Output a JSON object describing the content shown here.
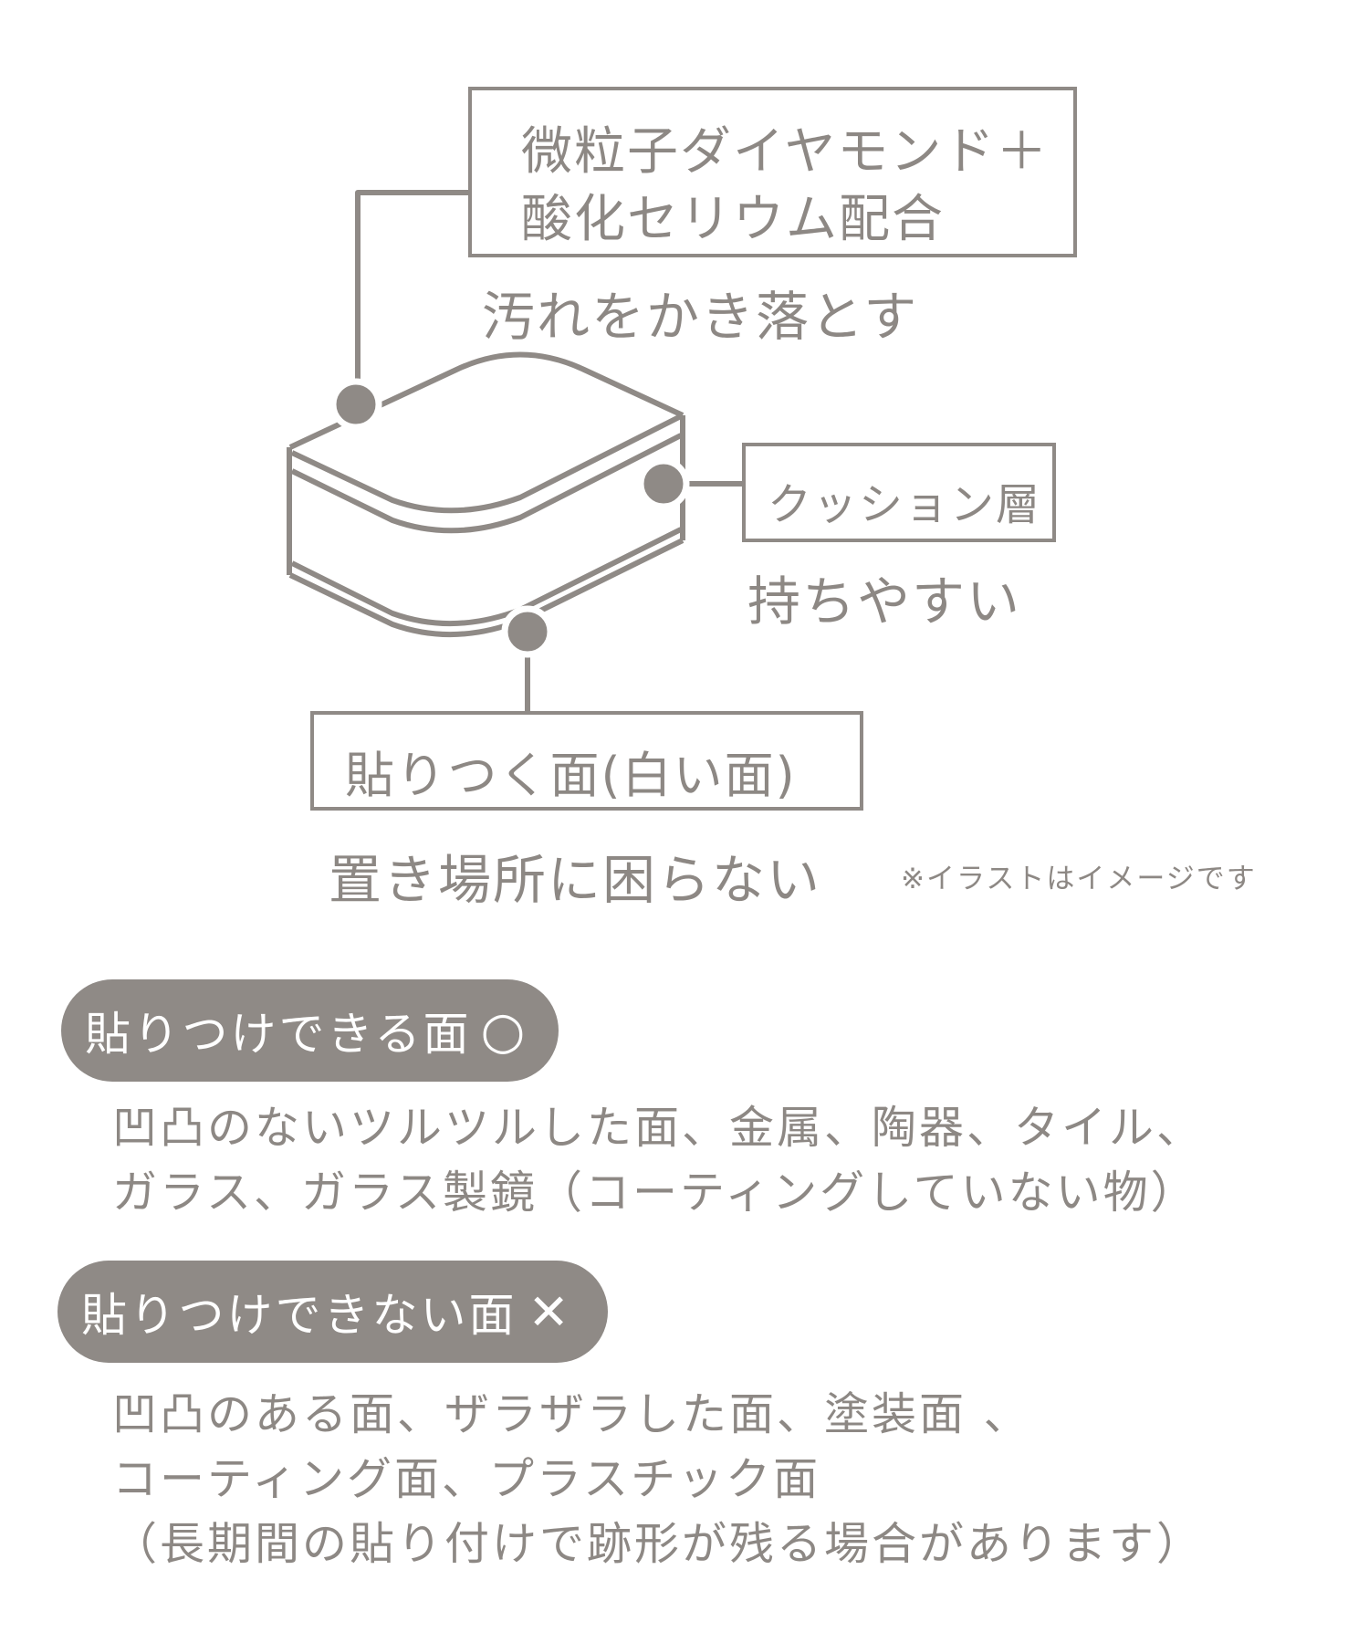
{
  "callouts": {
    "top": {
      "label_lines": [
        "微粒子ダイヤモンド＋",
        "酸化セリウム配合"
      ],
      "caption": "汚れをかき落とす"
    },
    "middle": {
      "label": "クッション層",
      "caption": "持ちやすい"
    },
    "bottom": {
      "label": "貼りつく面(白い面)",
      "caption": "置き場所に困らない"
    }
  },
  "note": "※イラストはイメージです",
  "sections": [
    {
      "badge": "貼りつけできる面",
      "symbol": "○",
      "lines": [
        "凹凸のないツルツルした面、金属、陶器、タイル、",
        "ガラス、ガラス製鏡（コーティングしていない物）"
      ]
    },
    {
      "badge": "貼りつけできない面",
      "symbol": "✕",
      "lines": [
        "凹凸のある面、ザラザラした面、塗装面 、",
        "コーティング面、プラスチック面",
        "（長期間の貼り付けで跡形が残る場合があります）"
      ]
    }
  ],
  "colors": {
    "accent": "#8f8a86",
    "text": "#8d8884"
  }
}
